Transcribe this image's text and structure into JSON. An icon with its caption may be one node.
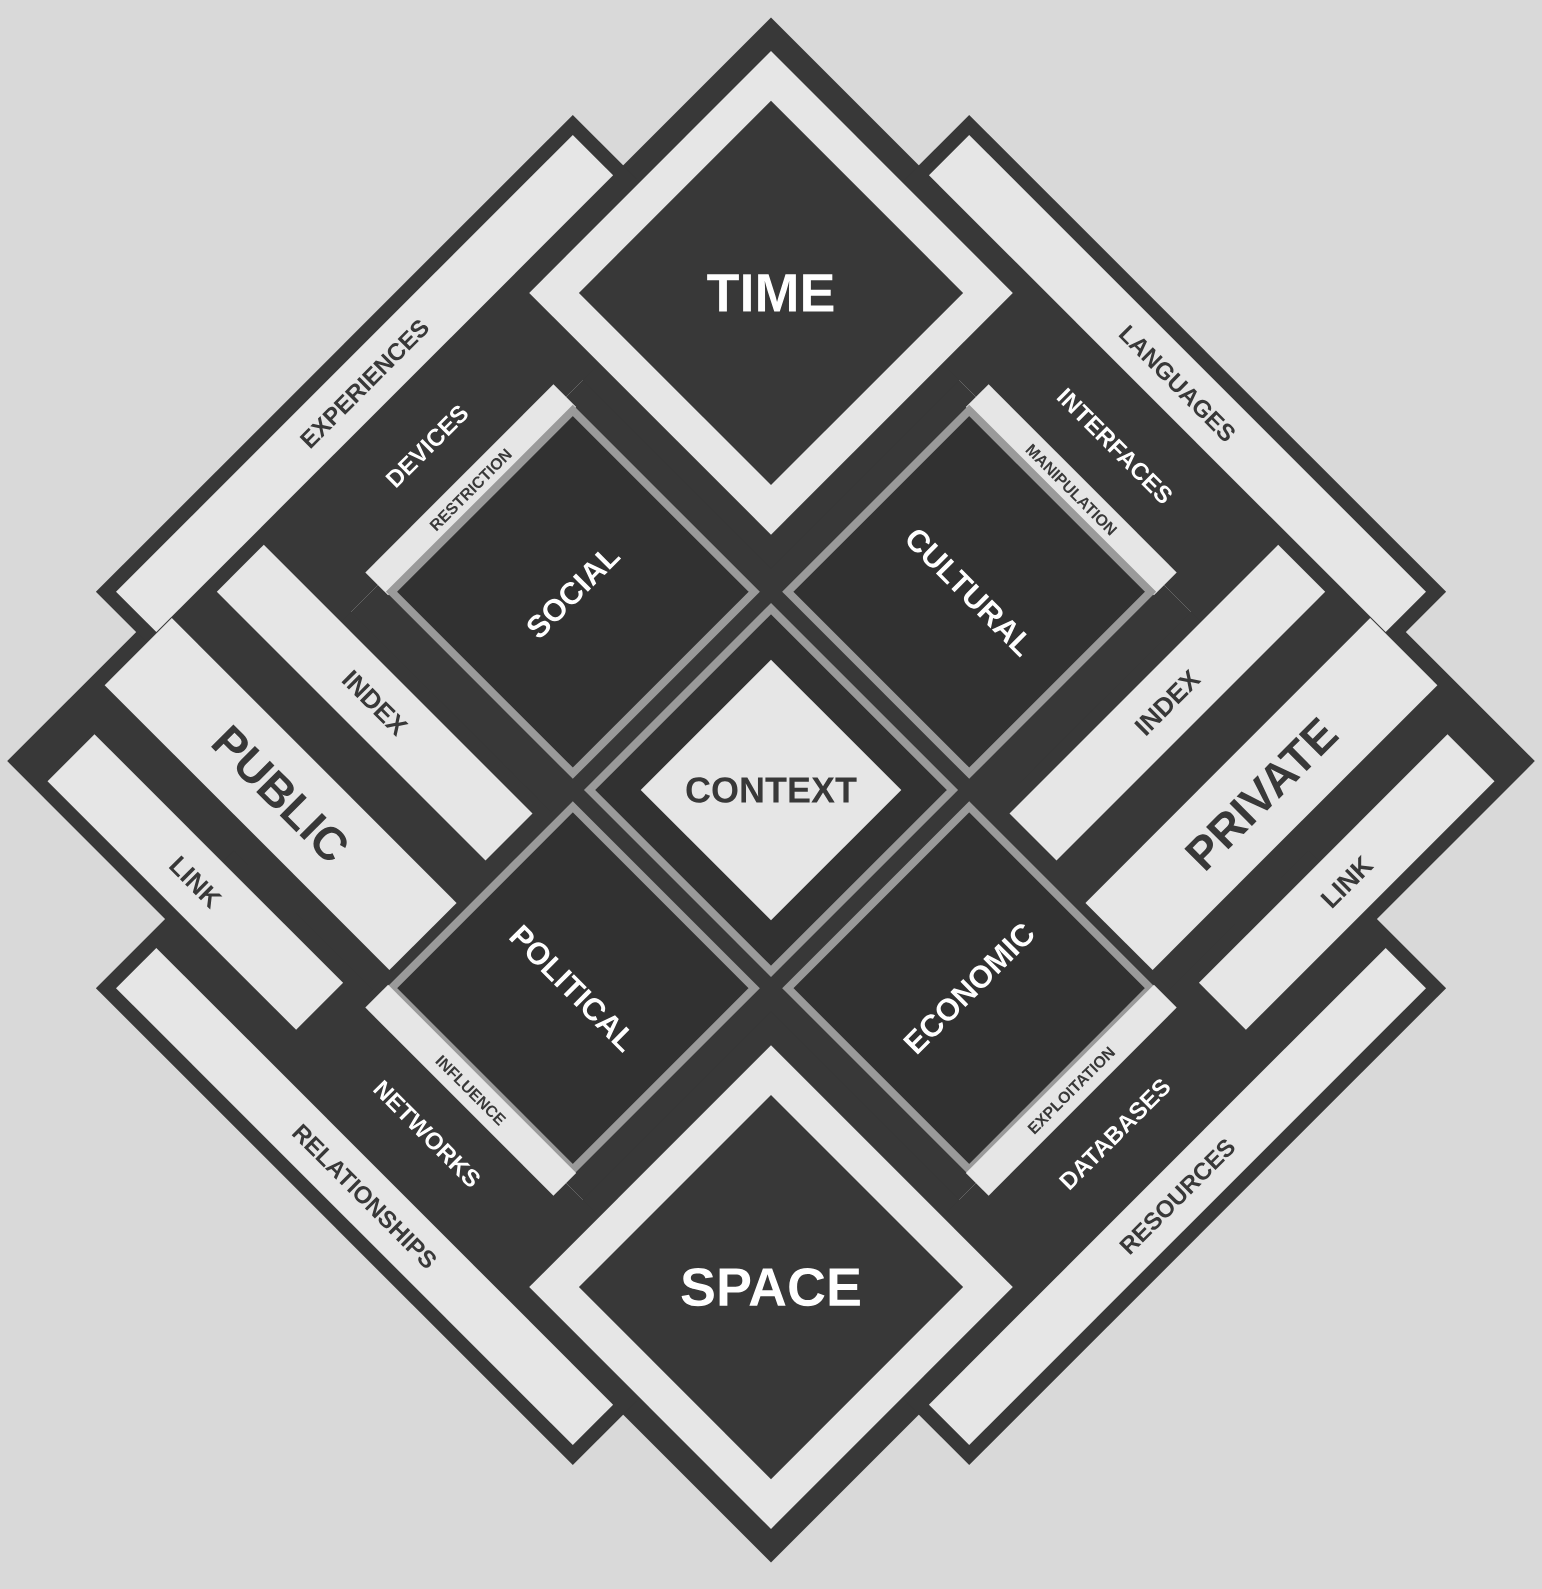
{
  "diagram": {
    "nodes": [
      {
        "text": [
          "TIME"
        ]
      },
      {
        "text": [
          "EXPERIENCES"
        ]
      },
      {
        "text": [
          "LANGUAGES"
        ]
      },
      {
        "text": [
          "DEVICES"
        ]
      },
      {
        "text": [
          "INTERFACES"
        ]
      },
      {
        "text": [
          "RESTRICTION"
        ]
      },
      {
        "text": [
          "MANIPULATION"
        ]
      },
      {
        "text": [
          "SOCIAL"
        ]
      },
      {
        "text": [
          "CULTURAL"
        ]
      },
      {
        "text": [
          "INDEX"
        ]
      },
      {
        "text": [
          "INDEX"
        ]
      },
      {
        "text": [
          "PUBLIC"
        ]
      },
      {
        "text": [
          "CONTEXT"
        ]
      },
      {
        "text": [
          "PRIVATE"
        ]
      },
      {
        "text": [
          "LINK"
        ]
      },
      {
        "text": [
          "LINK"
        ]
      },
      {
        "text": [
          "POLITICAL"
        ]
      },
      {
        "text": [
          "ECONOMIC"
        ]
      },
      {
        "text": [
          "INFLUENCE"
        ]
      },
      {
        "text": [
          "EXPLOITATION"
        ]
      },
      {
        "text": [
          "NETWORKS"
        ]
      },
      {
        "text": [
          "DATABASES"
        ]
      },
      {
        "text": [
          "RELATIONSHIPS"
        ]
      },
      {
        "text": [
          "RESOURCES"
        ]
      },
      {
        "text": [
          "SPACE"
        ]
      }
    ]
  }
}
